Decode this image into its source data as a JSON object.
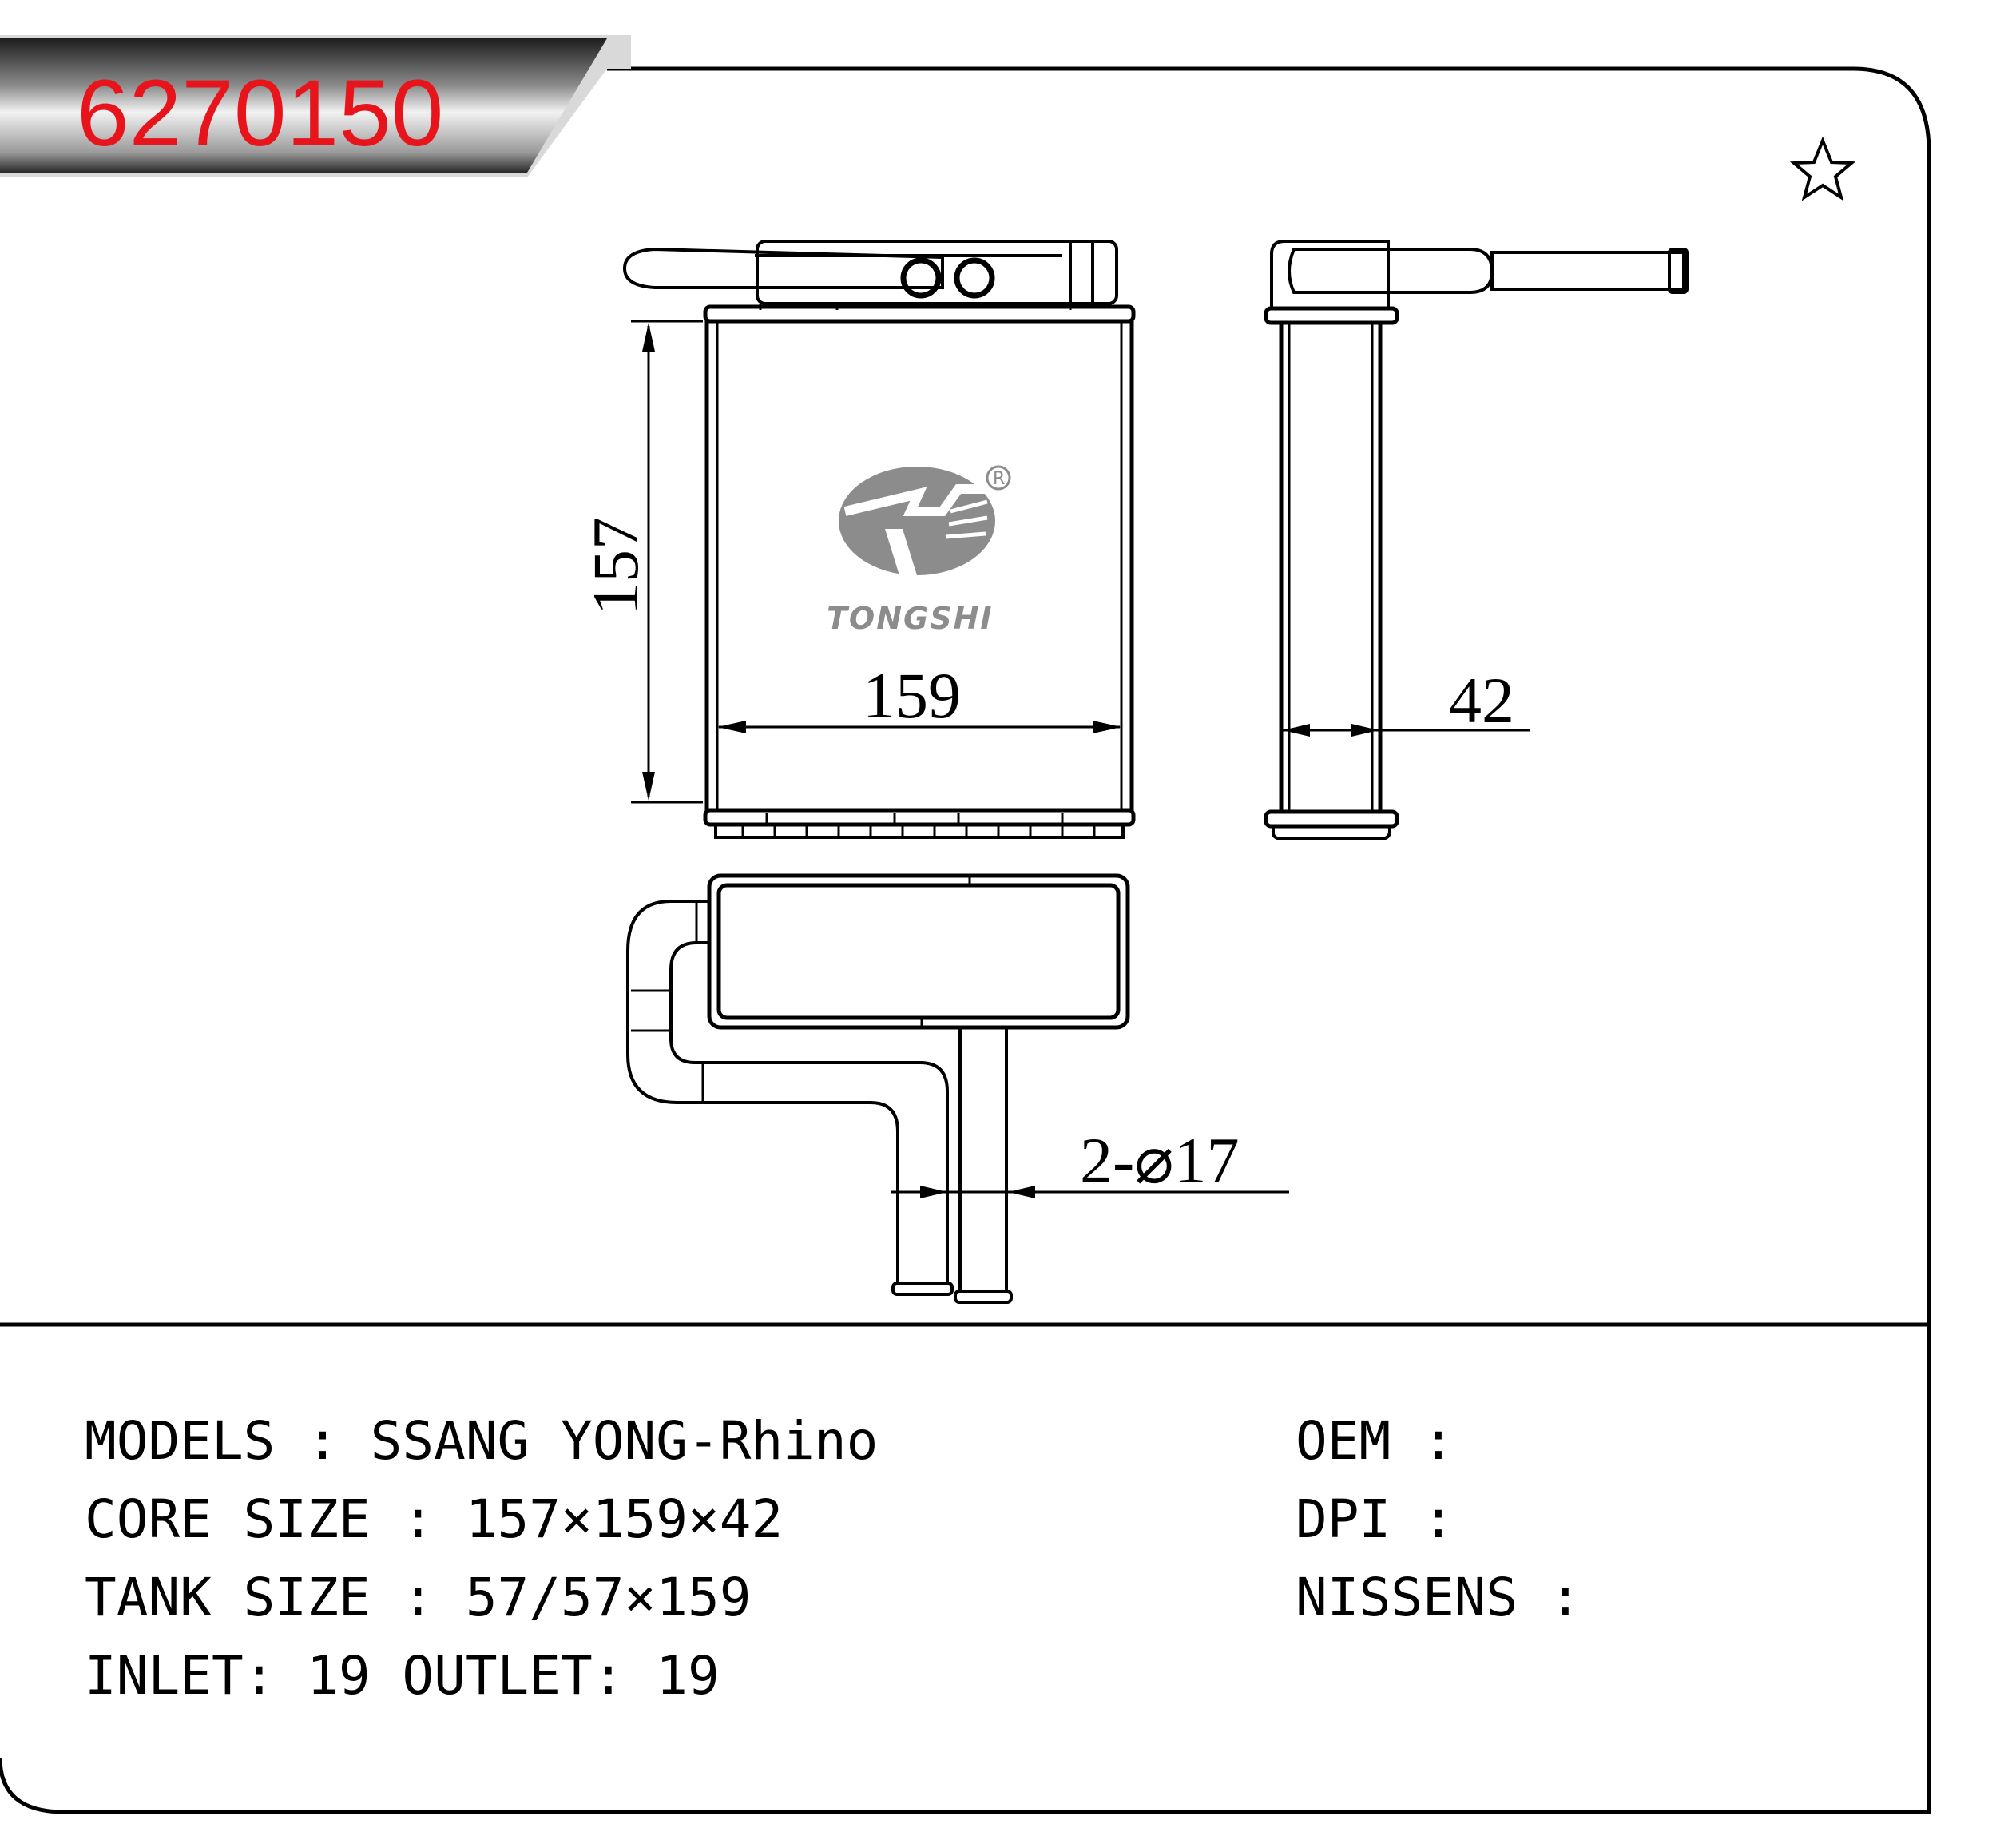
{
  "header": {
    "part_number": "6270150",
    "favorite_icon": "star-outline-icon"
  },
  "dimensions": {
    "height": "157",
    "width": "159",
    "depth": "42",
    "pipes": "2-⌀17"
  },
  "logo": {
    "brand": "TONGSHI",
    "registered": "R"
  },
  "specs": {
    "models": "MODELS  : SSANG YONG-Rhino",
    "core_size": "CORE SIZE  : 157×159×42",
    "tank_size": "TANK SIZE  : 57/57×159",
    "inlet_outlet": "INLET: 19  OUTLET: 19",
    "oem": "OEM  :",
    "dpi": "DPI  :",
    "nissens": "NISSENS  :"
  },
  "colors": {
    "part_number_text": "#e8141b",
    "header_tab": "#3a3a3a",
    "logo": "#8c8c8c",
    "lines": "#000000"
  }
}
